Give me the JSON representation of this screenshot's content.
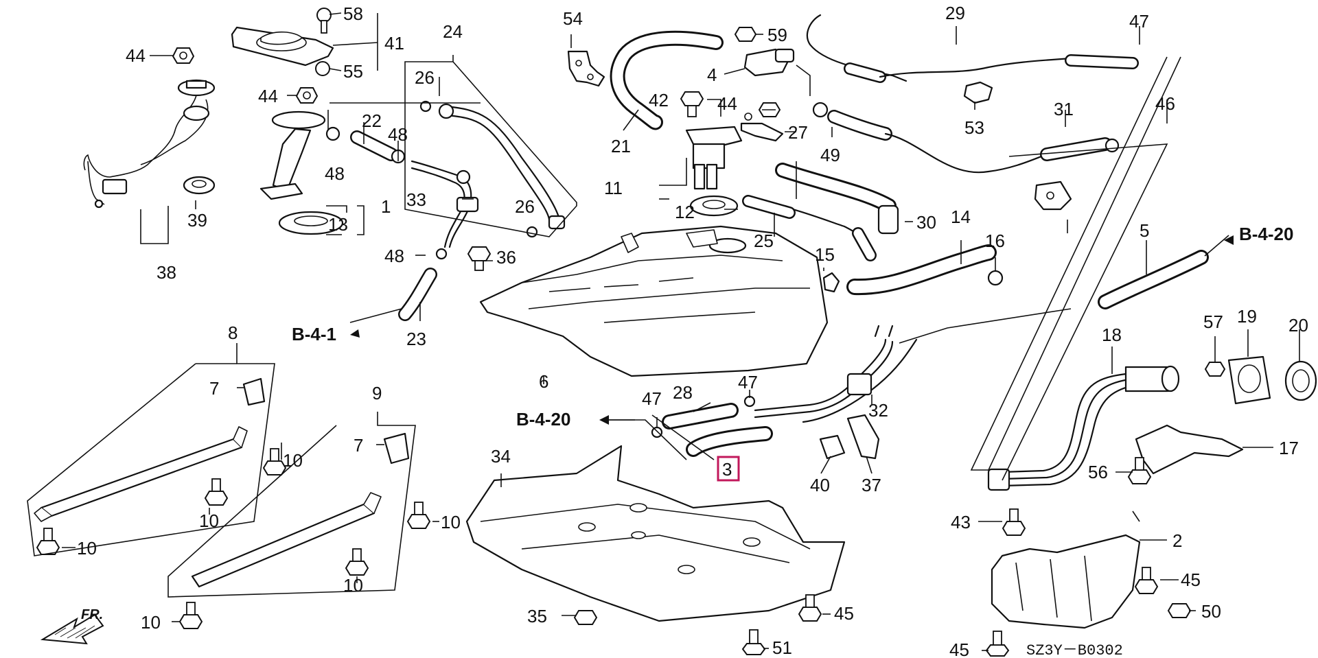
{
  "diagram": {
    "code": "SZ3Y－B0302",
    "front_marker": "FR.",
    "highlighted_part": "3",
    "references": [
      {
        "id": "ref-b-4-20-right",
        "text": "B-4-20"
      },
      {
        "id": "ref-b-4-20-center",
        "text": "B-4-20"
      },
      {
        "id": "ref-b-4-1",
        "text": "B-4-1"
      }
    ],
    "callouts": [
      "58",
      "41",
      "55",
      "44",
      "44",
      "24",
      "26",
      "22",
      "48",
      "48",
      "1",
      "13",
      "33",
      "48",
      "36",
      "23",
      "26",
      "39",
      "38",
      "54",
      "21",
      "59",
      "4",
      "42",
      "44",
      "27",
      "11",
      "12",
      "25",
      "29",
      "47",
      "53",
      "49",
      "31",
      "46",
      "30",
      "14",
      "16",
      "15",
      "5",
      "57",
      "19",
      "20",
      "18",
      "17",
      "56",
      "43",
      "2",
      "45",
      "50",
      "45",
      "6",
      "8",
      "7",
      "10",
      "10",
      "10",
      "9",
      "7",
      "10",
      "10",
      "10",
      "28",
      "47",
      "47",
      "3",
      "34",
      "32",
      "40",
      "37",
      "35",
      "45",
      "51"
    ]
  }
}
